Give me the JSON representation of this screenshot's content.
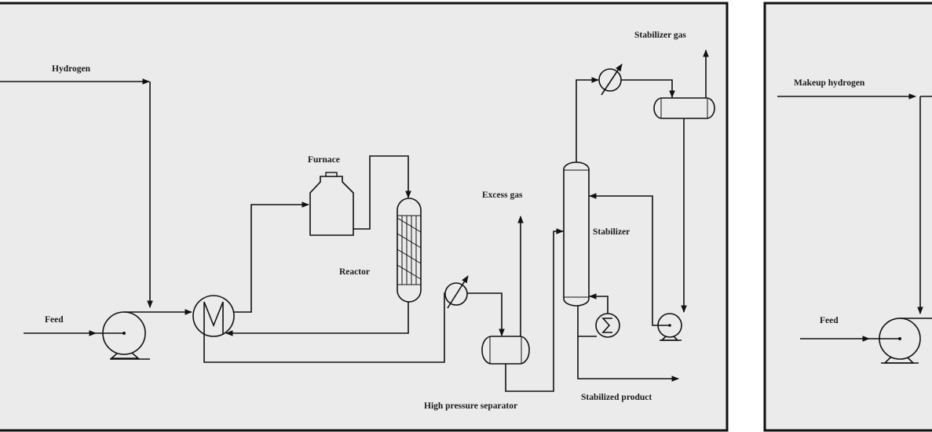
{
  "left_diagram": {
    "labels": {
      "hydrogen": "Hydrogen",
      "feed": "Feed",
      "furnace": "Furnace",
      "reactor": "Reactor",
      "excess_gas": "Excess gas",
      "stabilizer": "Stabilizer",
      "stabilizer_gas": "Stabilizer gas",
      "stabilized_product": "Stabilized product",
      "high_pressure_separator": "High pressure separator"
    }
  },
  "right_diagram": {
    "labels": {
      "makeup_hydrogen": "Makeup hydrogen",
      "feed": "Feed"
    }
  },
  "colors": {
    "panel_background": "#ebebeb",
    "line": "#111111"
  }
}
